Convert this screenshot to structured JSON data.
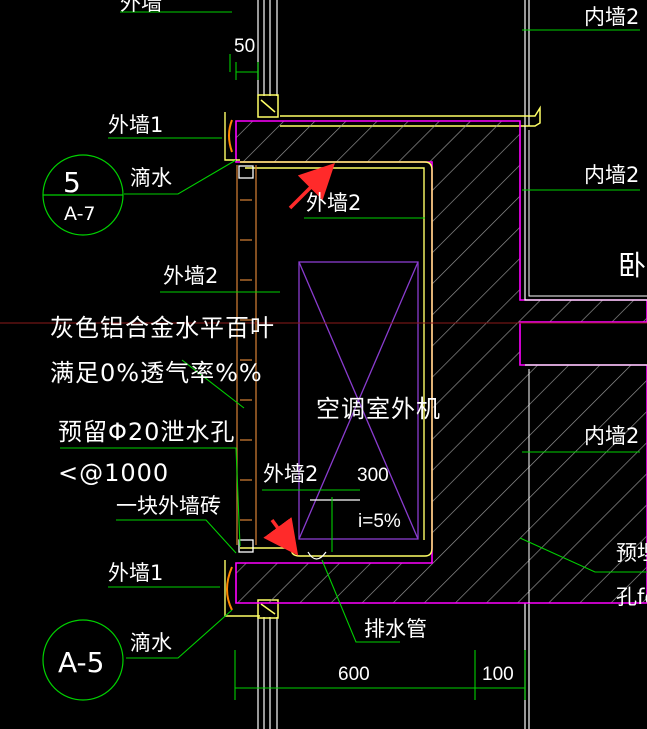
{
  "labels": {
    "top_partial": "外墙",
    "inner_wall_top": "内墙2",
    "dim_50": "50",
    "outer_wall_1_top": "外墙1",
    "drip_top": "滴水",
    "detail_5_num": "5",
    "detail_5_sheet": "A-7",
    "outer_wall_2_a": "外墙2",
    "inner_wall_mid": "内墙2",
    "room_partial": "卧",
    "outer_wall_2_b": "外墙2",
    "louver_line1": "灰色铝合金水平百叶",
    "louver_line2": "满足0%透气率%%",
    "ac_unit": "空调室外机",
    "inner_wall_low": "内墙2",
    "drain_hole_line1": "预留Φ20泄水孔",
    "drain_hole_line2": "<@1000",
    "outer_wall_2_c": "外墙2",
    "dim_300": "300",
    "slope": "i=5%",
    "one_brick": "一块外墙砖",
    "reserve_partial_1": "预埋",
    "reserve_partial_2": "孔for",
    "outer_wall_1_bottom": "外墙1",
    "drain_pipe": "排水管",
    "detail_a5": "A-5",
    "drip_bottom": "滴水",
    "dim_600": "600",
    "dim_100": "100"
  },
  "colors": {
    "background": "#000000",
    "text": "#ffffff",
    "leader": "#00d000",
    "concrete": "#ff00ff",
    "finish": "#ffff66",
    "louver": "#c87832",
    "ac_box": "#8a3ccf",
    "arrow": "#ff2a2a",
    "dim": "#00c000"
  }
}
